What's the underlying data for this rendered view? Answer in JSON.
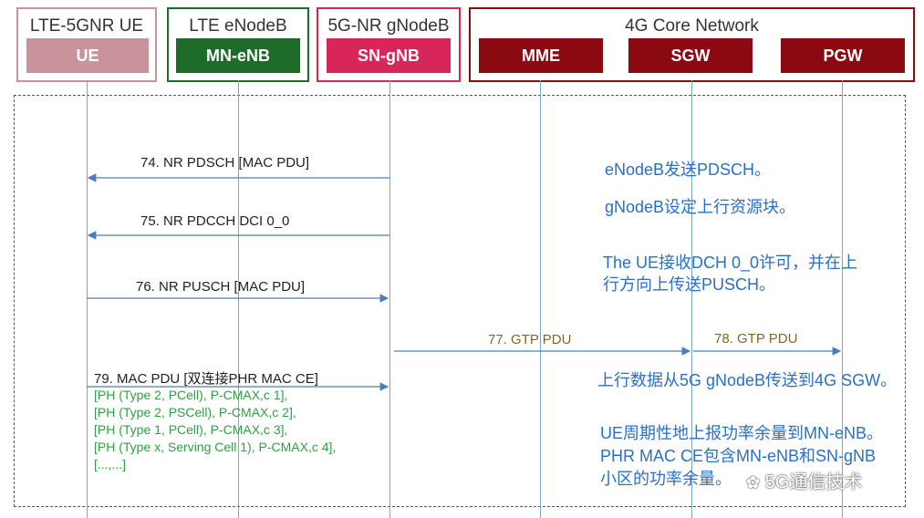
{
  "header": {
    "ue_box_title": "LTE-5GNR UE",
    "enb_box_title": "LTE eNodeB",
    "gnb_box_title": "5G-NR gNodeB",
    "core_box_title": "4G Core Network",
    "ue_label": "UE",
    "enb_label": "MN-eNB",
    "gnb_label": "SN-gNB",
    "mme_label": "MME",
    "sgw_label": "SGW",
    "pgw_label": "PGW"
  },
  "colors": {
    "ue": "#c9939b",
    "enb": "#1f6b2a",
    "gnb": "#d6265a",
    "core": "#8b0a12"
  },
  "messages": {
    "m74": "74. NR PDSCH [MAC PDU]",
    "m75": "75. NR PDCCH DCI 0_0",
    "m76": "76. NR PUSCH [MAC PDU]",
    "m77": "77. GTP PDU",
    "m78": "78. GTP PDU",
    "m79": "79. MAC PDU [双连接PHR MAC CE]"
  },
  "phr_lines": [
    "[PH (Type 2, PCell), P-CMAX,c 1],",
    "[PH (Type 2, PSCell), P-CMAX,c 2],",
    "[PH (Type 1, PCell), P-CMAX,c 3],",
    "[PH (Type x, Serving Cell 1), P-CMAX,c 4],",
    "[...,...]"
  ],
  "notes": {
    "n1": "eNodeB发送PDSCH。",
    "n2": "gNodeB设定上行资源块。",
    "n3_line1": "The UE接收DCH 0_0许可，并在上",
    "n3_line2": "行方向上传送PUSCH。",
    "n4": "上行数据从5G gNodeB传送到4G SGW。",
    "n5_line1": "UE周期性地上报功率余量到MN-eNB。",
    "n5_line2": "PHR MAC CE包含MN-eNB和SN-gNB",
    "n5_line3": "小区的功率余量。"
  },
  "watermark": "5G通信技术"
}
